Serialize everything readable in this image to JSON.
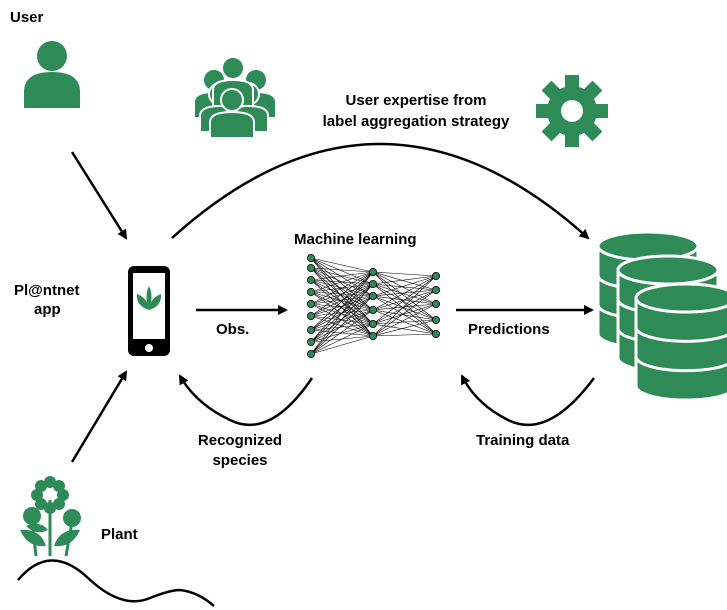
{
  "labels": {
    "user": "User",
    "app_line1": "Pl@ntnet",
    "app_line2": "app",
    "obs": "Obs.",
    "machine_learning": "Machine learning",
    "predictions": "Predictions",
    "expertise_line1": "User  expertise from",
    "expertise_line2": "label aggregation strategy",
    "recognized_line1": "Recognized",
    "recognized_line2": "species",
    "training_data": "Training data",
    "plant": "Plant"
  },
  "colors": {
    "green": "#2e8b57",
    "stroke": "#000000"
  },
  "icons": [
    "user-icon",
    "crowd-icon",
    "gear-icon",
    "phone-icon",
    "neural-network-icon",
    "database-icon",
    "plant-icon"
  ]
}
